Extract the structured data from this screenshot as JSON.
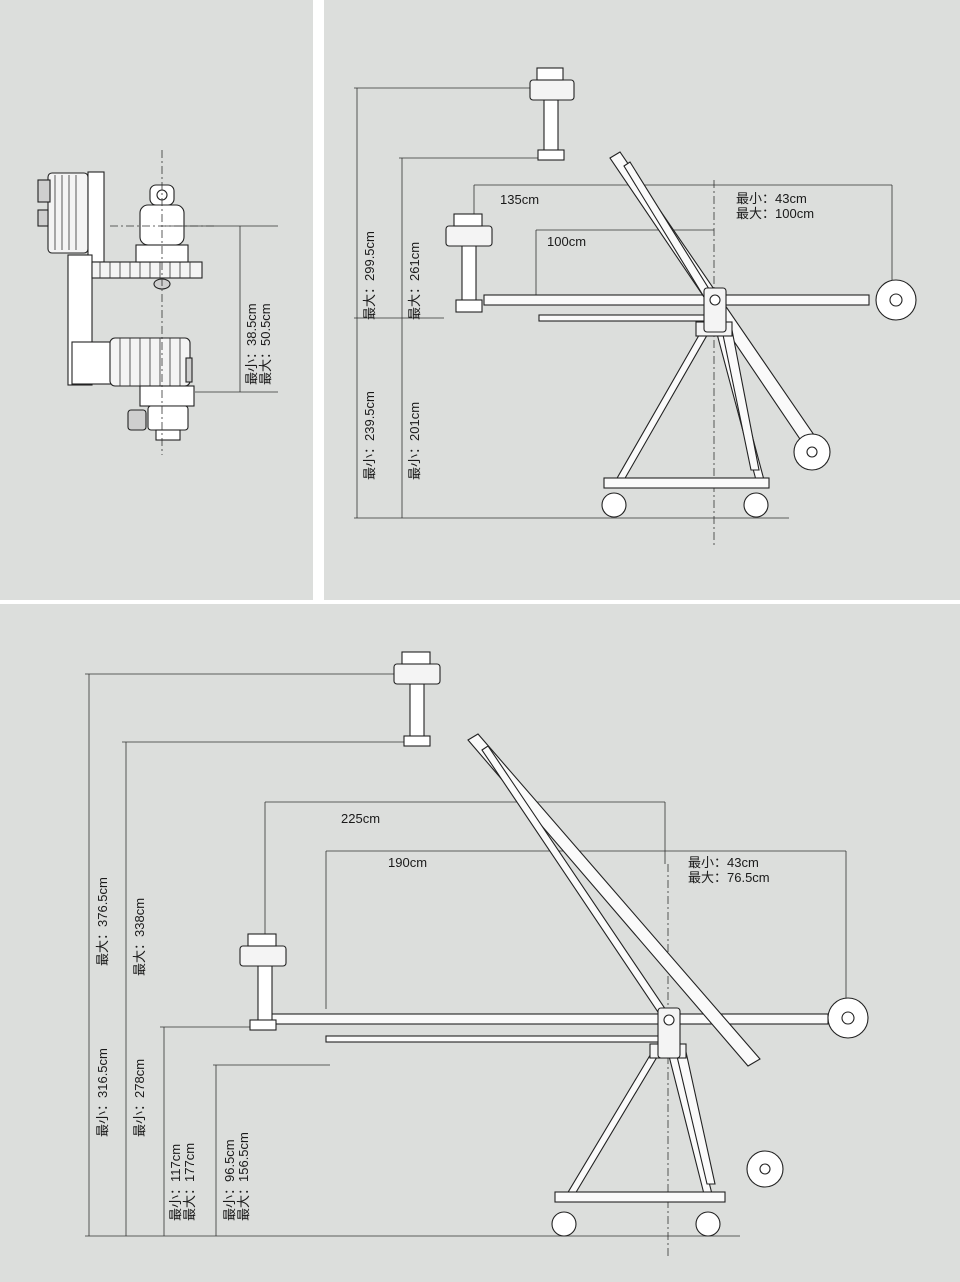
{
  "panel_a": {
    "dim_min": "最小：38.5cm",
    "dim_max": "最大：50.5cm"
  },
  "panel_b": {
    "reach_long": "135cm",
    "reach_short": "100cm",
    "counter_min": "最小：43cm",
    "counter_max": "最大：100cm",
    "height_top_max": "最大：299.5cm",
    "height_mid_max": "最大：261cm",
    "height_top_min": "最小：239.5cm",
    "height_mid_min": "最小：201cm"
  },
  "panel_c": {
    "reach_long": "225cm",
    "reach_short": "190cm",
    "counter_min": "最小：43cm",
    "counter_max": "最大：76.5cm",
    "height_1_max": "最大：376.5cm",
    "height_2_max": "最大：338cm",
    "height_1_min": "最小：316.5cm",
    "height_2_min": "最小：278cm",
    "height_3_min": "最小：117cm",
    "height_3_max": "最大：177cm",
    "height_4_min": "最小：96.5cm",
    "height_4_max": "最大：156.5cm"
  },
  "colors": {
    "panel_bg": "#dcdedc",
    "line": "#222222"
  }
}
